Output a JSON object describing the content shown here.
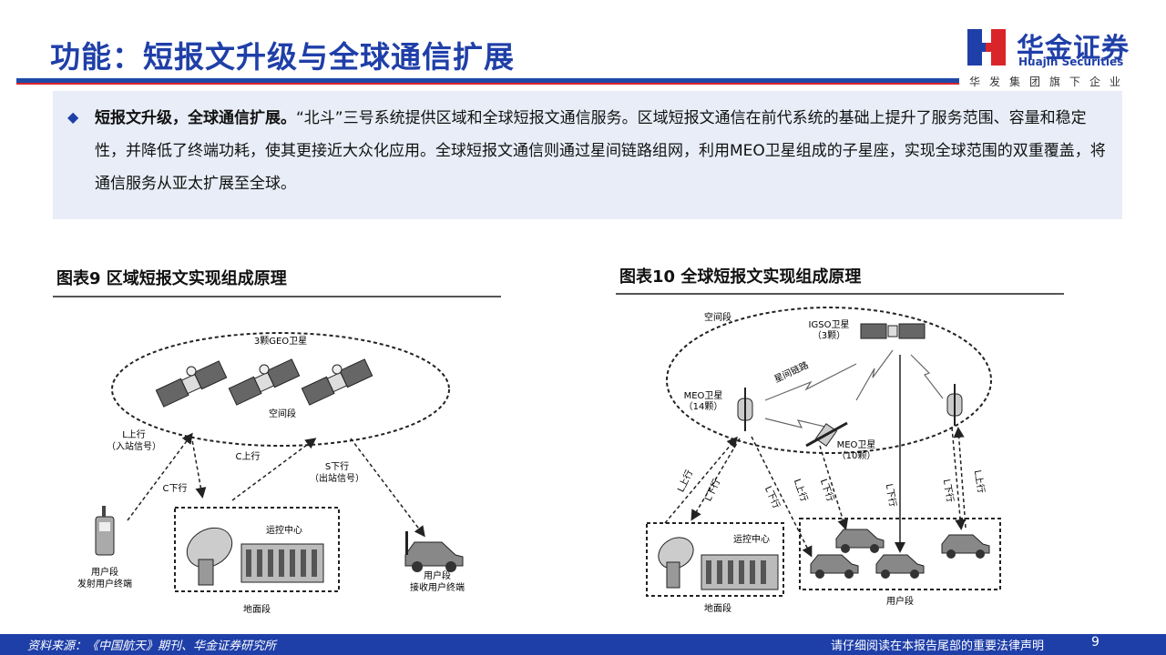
{
  "header": {
    "title": "功能：短报文升级与全球通信扩展",
    "logo_cn": "华金证券",
    "logo_en": "Huajin Securities",
    "logo_sub": "华发集团旗下企业"
  },
  "summary": {
    "bold_lead": "短报文升级，全球通信扩展。",
    "body": "“北斗”三号系统提供区域和全球短报文通信服务。区域短报文通信在前代系统的基础上提升了服务范围、容量和稳定性，并降低了终端功耗，使其更接近大众化应用。全球短报文通信则通过星间链路组网，利用MEO卫星组成的子星座，实现全球范围的双重覆盖，将通信服务从亚太扩展至全球。"
  },
  "figure9": {
    "title": "图表9  区域短报文实现组成原理",
    "labels": {
      "geo": "3颗GEO卫星",
      "space": "空间段",
      "l_up": "L上行",
      "l_up_sub": "（入站信号）",
      "c_up": "C上行",
      "c_down": "C下行",
      "s_down": "S下行",
      "s_down_sub": "（出站信号）",
      "control": "运控中心",
      "ground": "地面段",
      "user_send": "用户段",
      "user_send_sub": "发射用户终端",
      "user_recv": "用户段",
      "user_recv_sub": "接收用户终端"
    }
  },
  "figure10": {
    "title": "图表10  全球短报文实现组成原理",
    "labels": {
      "space": "空间段",
      "igso": "IGSO卫星",
      "igso_count": "（3颗）",
      "isl": "星间链路",
      "meo_left": "MEO卫星",
      "meo_left_count": "（14颗）",
      "meo_mid": "MEO卫星",
      "meo_mid_count": "（10颗）",
      "l_up": "L上行",
      "l_down": "L下行",
      "control": "运控中心",
      "ground": "地面段",
      "user": "用户段"
    }
  },
  "footer": {
    "source": "资料来源：《中国航天》期刊、华金证券研究所",
    "disclaimer": "请仔细阅读在本报告尾部的重要法律声明",
    "page": "9"
  },
  "colors": {
    "brand_blue": "#1f3fa8",
    "accent_red": "#d9252a",
    "summary_bg": "#e8edf7"
  }
}
